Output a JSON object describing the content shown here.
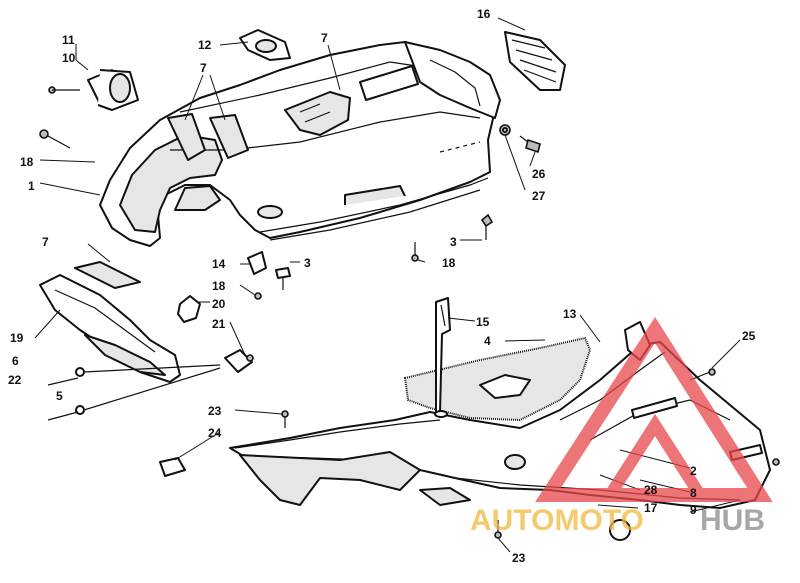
{
  "callouts": [
    {
      "id": "c11",
      "label": "11"
    },
    {
      "id": "c10",
      "label": "10"
    },
    {
      "id": "c12",
      "label": "12"
    },
    {
      "id": "c7a",
      "label": "7"
    },
    {
      "id": "c7b",
      "label": "7"
    },
    {
      "id": "c16",
      "label": "16"
    },
    {
      "id": "c18a",
      "label": "18"
    },
    {
      "id": "c1",
      "label": "1"
    },
    {
      "id": "c26",
      "label": "26"
    },
    {
      "id": "c27",
      "label": "27"
    },
    {
      "id": "c3a",
      "label": "3"
    },
    {
      "id": "c7c",
      "label": "7"
    },
    {
      "id": "c14",
      "label": "14"
    },
    {
      "id": "c3b",
      "label": "3"
    },
    {
      "id": "c18b",
      "label": "18"
    },
    {
      "id": "c18c",
      "label": "18"
    },
    {
      "id": "c20",
      "label": "20"
    },
    {
      "id": "c19",
      "label": "19"
    },
    {
      "id": "c21",
      "label": "21"
    },
    {
      "id": "c15",
      "label": "15"
    },
    {
      "id": "c13",
      "label": "13"
    },
    {
      "id": "c4",
      "label": "4"
    },
    {
      "id": "c25",
      "label": "25"
    },
    {
      "id": "c6",
      "label": "6"
    },
    {
      "id": "c22",
      "label": "22"
    },
    {
      "id": "c5",
      "label": "5"
    },
    {
      "id": "c23a",
      "label": "23"
    },
    {
      "id": "c24",
      "label": "24"
    },
    {
      "id": "c2",
      "label": "2"
    },
    {
      "id": "c28",
      "label": "28"
    },
    {
      "id": "c8",
      "label": "8"
    },
    {
      "id": "c17",
      "label": "17"
    },
    {
      "id": "c9",
      "label": "9"
    },
    {
      "id": "c23b",
      "label": "23"
    }
  ],
  "watermark": {
    "text_left": "AUTOMOTO",
    "text_right": "HUB",
    "color_triangle": "#e8474b",
    "color_left": "#f2b93b",
    "color_right": "#8a8a8a"
  }
}
